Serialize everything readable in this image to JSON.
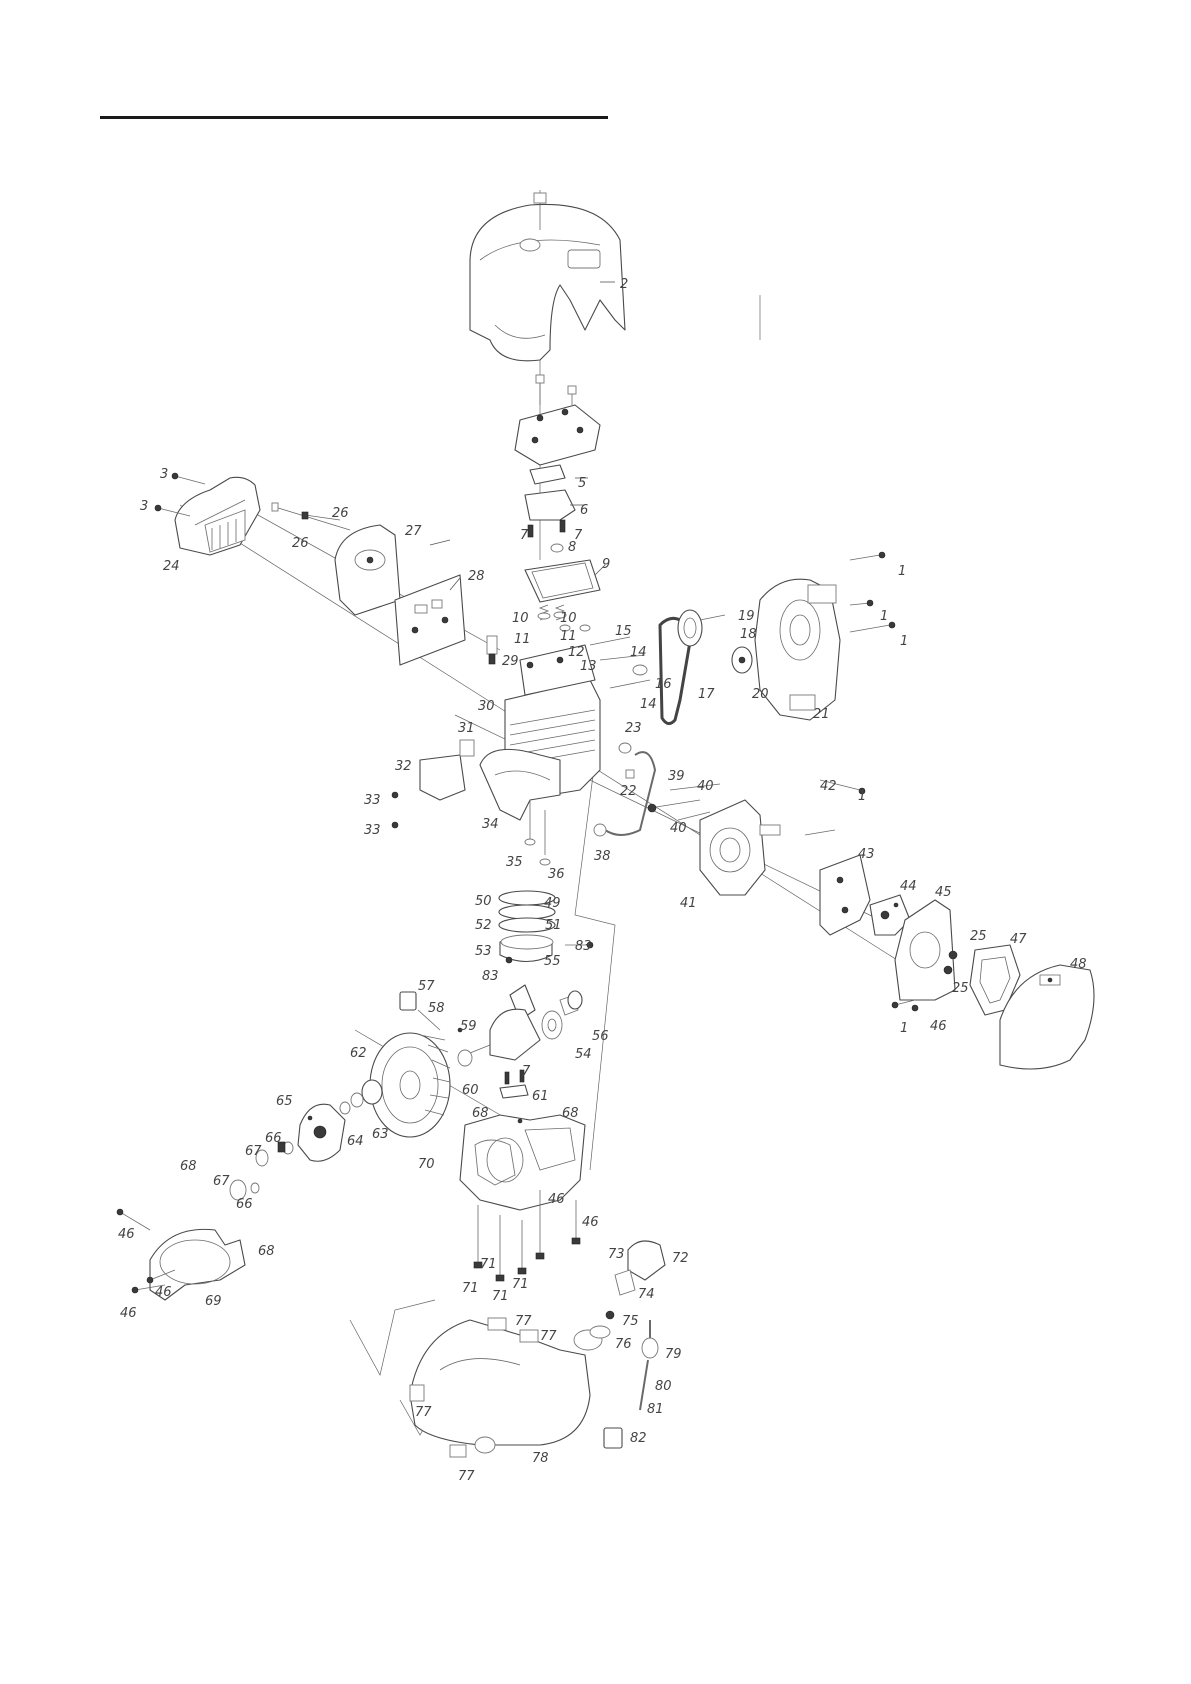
{
  "diagram": {
    "callouts": [
      {
        "id": "c2",
        "text": "2"
      },
      {
        "id": "c5",
        "text": "5"
      },
      {
        "id": "c6",
        "text": "6"
      },
      {
        "id": "c7a",
        "text": "7"
      },
      {
        "id": "c7b",
        "text": "7"
      },
      {
        "id": "c8",
        "text": "8"
      },
      {
        "id": "c9",
        "text": "9"
      },
      {
        "id": "c3a",
        "text": "3"
      },
      {
        "id": "c3b",
        "text": "3"
      },
      {
        "id": "c24",
        "text": "24"
      },
      {
        "id": "c26a",
        "text": "26"
      },
      {
        "id": "c26b",
        "text": "26"
      },
      {
        "id": "c27",
        "text": "27"
      },
      {
        "id": "c28",
        "text": "28"
      },
      {
        "id": "c10a",
        "text": "10"
      },
      {
        "id": "c10b",
        "text": "10"
      },
      {
        "id": "c11a",
        "text": "11"
      },
      {
        "id": "c11b",
        "text": "11"
      },
      {
        "id": "c12",
        "text": "12"
      },
      {
        "id": "c13",
        "text": "13"
      },
      {
        "id": "c14a",
        "text": "14"
      },
      {
        "id": "c14b",
        "text": "14"
      },
      {
        "id": "c15",
        "text": "15"
      },
      {
        "id": "c16",
        "text": "16"
      },
      {
        "id": "c17",
        "text": "17"
      },
      {
        "id": "c18",
        "text": "18"
      },
      {
        "id": "c19",
        "text": "19"
      },
      {
        "id": "c20",
        "text": "20"
      },
      {
        "id": "c21",
        "text": "21"
      },
      {
        "id": "c1a",
        "text": "1"
      },
      {
        "id": "c1b",
        "text": "1"
      },
      {
        "id": "c1c",
        "text": "1"
      },
      {
        "id": "c29",
        "text": "29"
      },
      {
        "id": "c30",
        "text": "30"
      },
      {
        "id": "c31",
        "text": "31"
      },
      {
        "id": "c32",
        "text": "32"
      },
      {
        "id": "c33a",
        "text": "33"
      },
      {
        "id": "c33b",
        "text": "33"
      },
      {
        "id": "c34",
        "text": "34"
      },
      {
        "id": "c35",
        "text": "35"
      },
      {
        "id": "c36",
        "text": "36"
      },
      {
        "id": "c22",
        "text": "22"
      },
      {
        "id": "c23",
        "text": "23"
      },
      {
        "id": "c38",
        "text": "38"
      },
      {
        "id": "c39",
        "text": "39"
      },
      {
        "id": "c40a",
        "text": "40"
      },
      {
        "id": "c40b",
        "text": "40"
      },
      {
        "id": "c41",
        "text": "41"
      },
      {
        "id": "c42",
        "text": "42"
      },
      {
        "id": "c1d",
        "text": "1"
      },
      {
        "id": "c43",
        "text": "43"
      },
      {
        "id": "c44",
        "text": "44"
      },
      {
        "id": "c45",
        "text": "45"
      },
      {
        "id": "c25a",
        "text": "25"
      },
      {
        "id": "c25b",
        "text": "25"
      },
      {
        "id": "c47",
        "text": "47"
      },
      {
        "id": "c48",
        "text": "48"
      },
      {
        "id": "c46a",
        "text": "46"
      },
      {
        "id": "c1e",
        "text": "1"
      },
      {
        "id": "c49",
        "text": "49"
      },
      {
        "id": "c50",
        "text": "50"
      },
      {
        "id": "c51",
        "text": "51"
      },
      {
        "id": "c52",
        "text": "52"
      },
      {
        "id": "c53",
        "text": "53"
      },
      {
        "id": "c55",
        "text": "55"
      },
      {
        "id": "c83a",
        "text": "83"
      },
      {
        "id": "c83b",
        "text": "83"
      },
      {
        "id": "c57",
        "text": "57"
      },
      {
        "id": "c58",
        "text": "58"
      },
      {
        "id": "c59",
        "text": "59"
      },
      {
        "id": "c56",
        "text": "56"
      },
      {
        "id": "c54",
        "text": "54"
      },
      {
        "id": "c62",
        "text": "62"
      },
      {
        "id": "c60",
        "text": "60"
      },
      {
        "id": "c7c",
        "text": "7"
      },
      {
        "id": "c61",
        "text": "61"
      },
      {
        "id": "c65",
        "text": "65"
      },
      {
        "id": "c63",
        "text": "63"
      },
      {
        "id": "c64",
        "text": "64"
      },
      {
        "id": "c68a",
        "text": "68"
      },
      {
        "id": "c68b",
        "text": "68"
      },
      {
        "id": "c66a",
        "text": "66"
      },
      {
        "id": "c67a",
        "text": "67"
      },
      {
        "id": "c70",
        "text": "70"
      },
      {
        "id": "c68c",
        "text": "68"
      },
      {
        "id": "c67b",
        "text": "67"
      },
      {
        "id": "c66b",
        "text": "66"
      },
      {
        "id": "c46b",
        "text": "46"
      },
      {
        "id": "c46c",
        "text": "46"
      },
      {
        "id": "c46d",
        "text": "46"
      },
      {
        "id": "c68d",
        "text": "68"
      },
      {
        "id": "c46e",
        "text": "46"
      },
      {
        "id": "c46f",
        "text": "46"
      },
      {
        "id": "c69",
        "text": "69"
      },
      {
        "id": "c71a",
        "text": "71"
      },
      {
        "id": "c71b",
        "text": "71"
      },
      {
        "id": "c71c",
        "text": "71"
      },
      {
        "id": "c71d",
        "text": "71"
      },
      {
        "id": "c72",
        "text": "72"
      },
      {
        "id": "c73",
        "text": "73"
      },
      {
        "id": "c74",
        "text": "74"
      },
      {
        "id": "c75",
        "text": "75"
      },
      {
        "id": "c76",
        "text": "76"
      },
      {
        "id": "c77a",
        "text": "77"
      },
      {
        "id": "c77b",
        "text": "77"
      },
      {
        "id": "c77c",
        "text": "77"
      },
      {
        "id": "c77d",
        "text": "77"
      },
      {
        "id": "c78",
        "text": "78"
      },
      {
        "id": "c79",
        "text": "79"
      },
      {
        "id": "c80",
        "text": "80"
      },
      {
        "id": "c81",
        "text": "81"
      },
      {
        "id": "c82",
        "text": "82"
      }
    ]
  }
}
